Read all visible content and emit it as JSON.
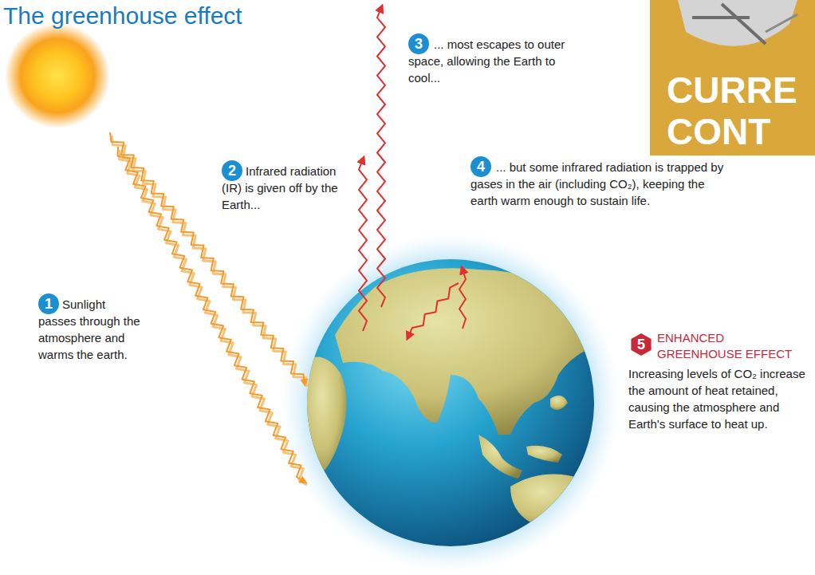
{
  "diagram": {
    "title": "The greenhouse effect",
    "labels": [
      "1",
      "Sunlight passes through the atmosphere and warms the earth.",
      "2",
      "Infrared radiation (IR) is given off by the Earth...",
      "3",
      "... most escapes to outer space, allowing the Earth to cool...",
      "4",
      "... but some infrared radiation is trapped by gases in the air (including CO₂), keeping the earth warm enough to sustain life.",
      "5",
      "ENHANCED GREENHOUSE EFFECT",
      "Increasing levels of CO₂ increase the amount of heat retained, causing the atmosphere and Earth's surface to heat up.",
      "CURRE",
      "CONT"
    ]
  }
}
